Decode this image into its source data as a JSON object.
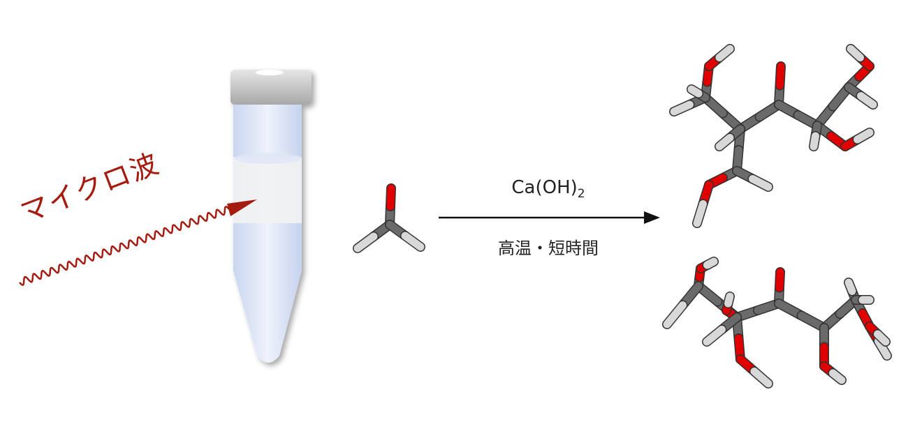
{
  "microwave_label": "マイクロ波",
  "reagent": {
    "formula": "Ca(OH)",
    "subscript": "2"
  },
  "conditions": "高温・短時間",
  "colors": {
    "microwave": "#a61b10",
    "carbon": "#6a6a6a",
    "oxygen": "#e00000",
    "hydrogen": "#d8d8d8"
  }
}
